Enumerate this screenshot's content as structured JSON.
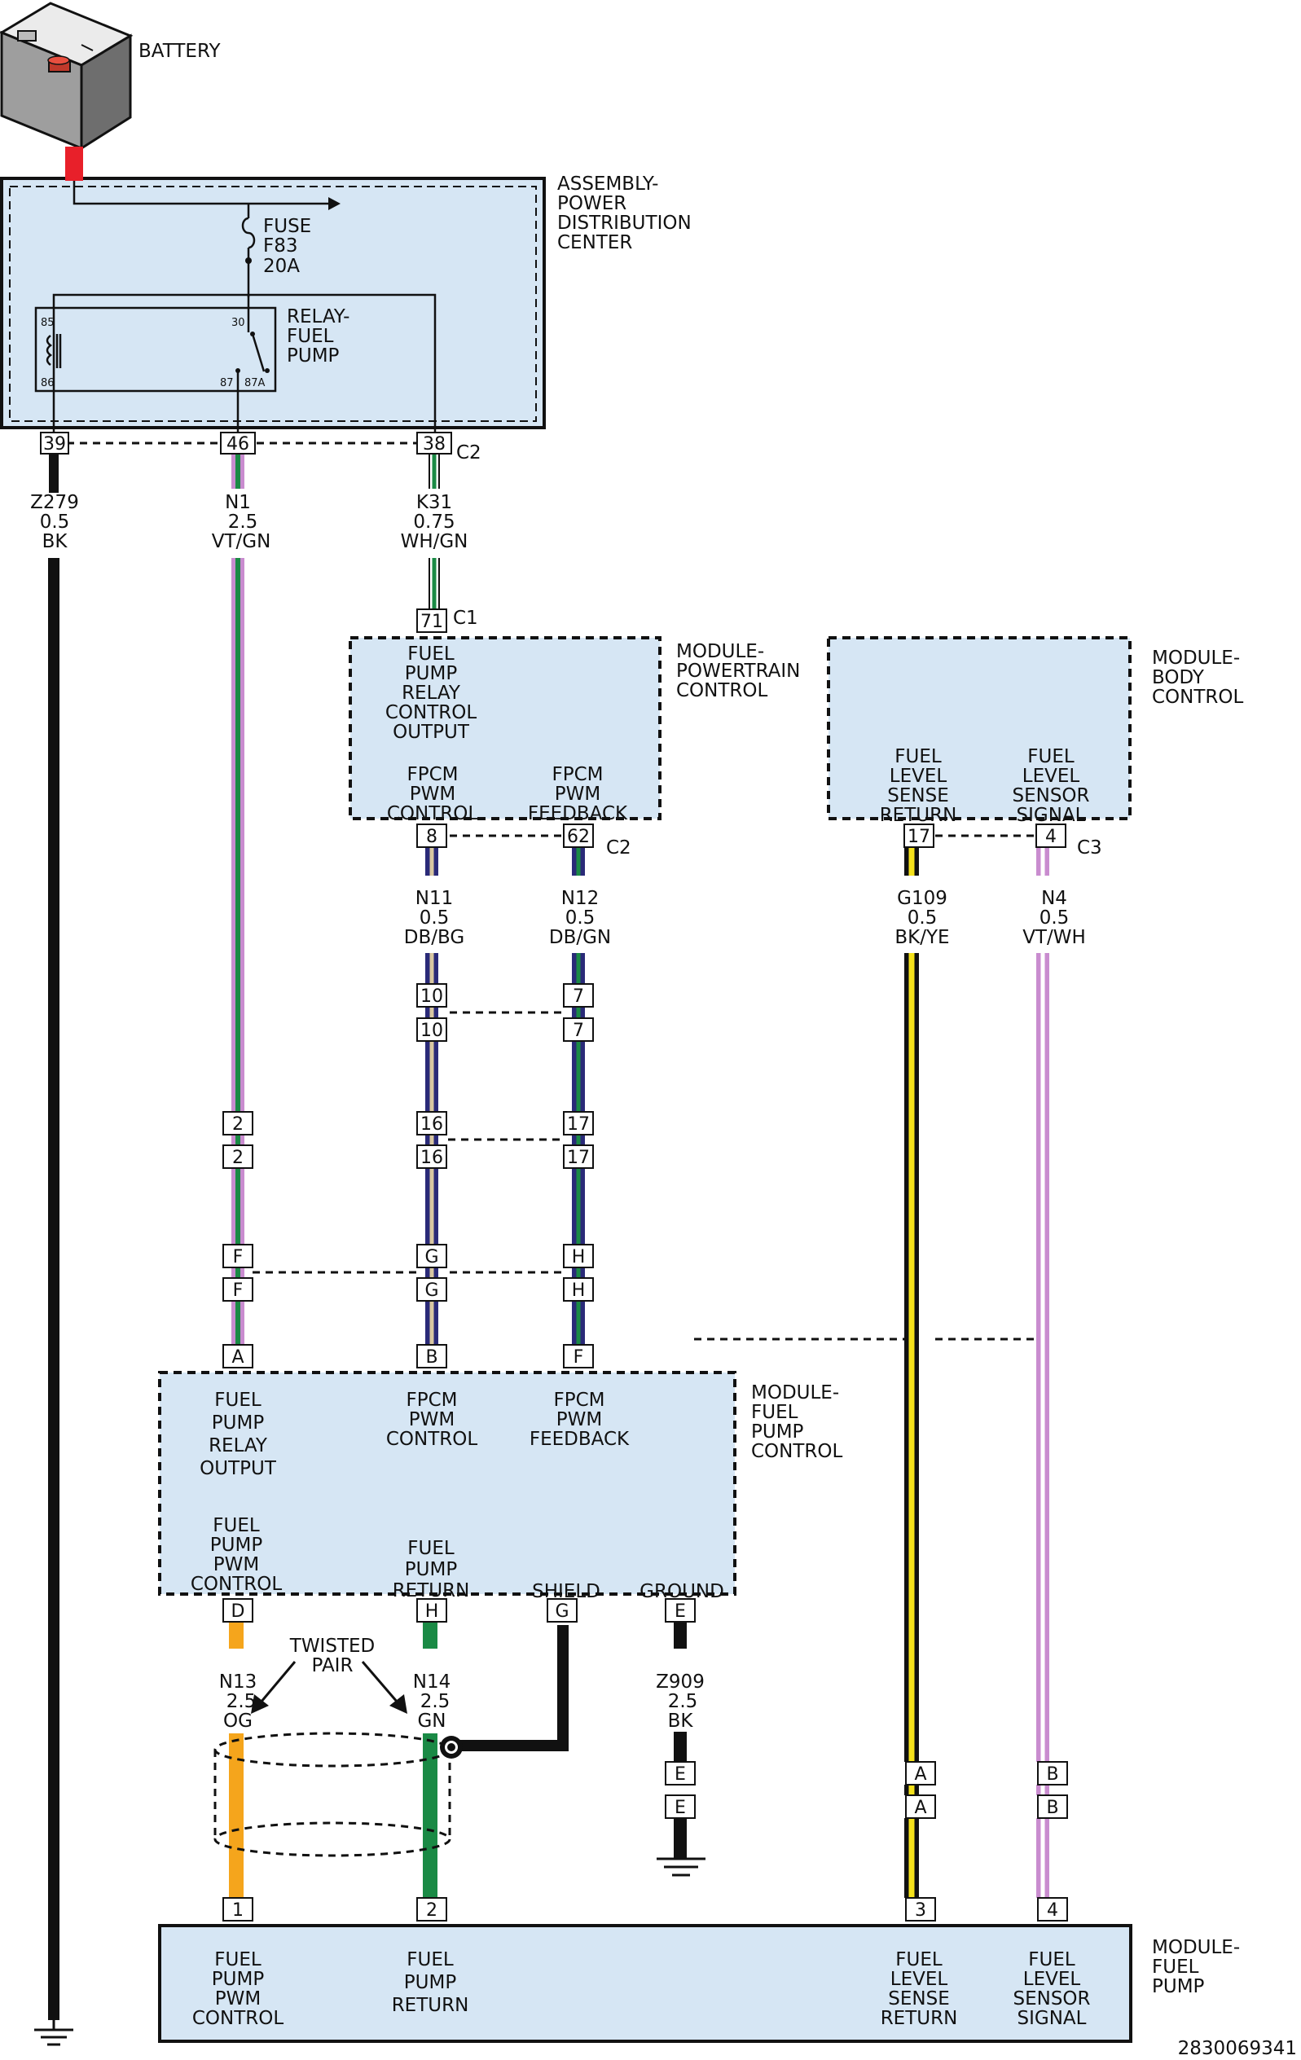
{
  "labels": {
    "battery": "BATTERY",
    "pdc": [
      "ASSEMBLY-",
      "POWER",
      "DISTRIBUTION",
      "CENTER"
    ],
    "fuse": [
      "FUSE",
      "F83",
      "20A"
    ],
    "relay": [
      "RELAY-",
      "FUEL",
      "PUMP"
    ],
    "relay_pins": [
      "85",
      "86",
      "30",
      "87",
      "87A"
    ],
    "pcm": [
      "MODULE-",
      "POWERTRAIN",
      "CONTROL"
    ],
    "pcm_fn1": [
      "FUEL",
      "PUMP",
      "RELAY",
      "CONTROL",
      "OUTPUT"
    ],
    "pcm_fn2": [
      "FPCM",
      "PWM",
      "CONTROL"
    ],
    "pcm_fn3": [
      "FPCM",
      "PWM",
      "FEEDBACK"
    ],
    "bcm": [
      "MODULE-",
      "BODY",
      "CONTROL"
    ],
    "bcm_fn1": [
      "FUEL",
      "LEVEL",
      "SENSE",
      "RETURN"
    ],
    "bcm_fn2": [
      "FUEL",
      "LEVEL",
      "SENSOR",
      "SIGNAL"
    ],
    "fpcm": [
      "MODULE-",
      "FUEL",
      "PUMP",
      "CONTROL"
    ],
    "fpcm_fnA": [
      "FUEL",
      "PUMP",
      "RELAY",
      "OUTPUT"
    ],
    "fpcm_fnB": [
      "FPCM",
      "PWM",
      "CONTROL"
    ],
    "fpcm_fnF": [
      "FPCM",
      "PWM",
      "FEEDBACK"
    ],
    "fpcm_fnD": [
      "FUEL",
      "PUMP",
      "PWM",
      "CONTROL"
    ],
    "fpcm_fnH": [
      "FUEL",
      "PUMP",
      "RETURN"
    ],
    "fpcm_fnG": "SHIELD",
    "fpcm_fnE": "GROUND",
    "fpm": [
      "MODULE-",
      "FUEL",
      "PUMP"
    ],
    "fpm_fn1": [
      "FUEL",
      "PUMP",
      "PWM",
      "CONTROL"
    ],
    "fpm_fn2": [
      "FUEL",
      "PUMP",
      "RETURN"
    ],
    "fpm_fn3": [
      "FUEL",
      "LEVEL",
      "SENSE",
      "RETURN"
    ],
    "fpm_fn4": [
      "FUEL",
      "LEVEL",
      "SENSOR",
      "SIGNAL"
    ],
    "twisted": [
      "TWISTED",
      "PAIR"
    ],
    "conn_c1": "C1",
    "conn_c2": "C2",
    "conn_c3": "C3",
    "code": "2830069341"
  },
  "pins": {
    "pdc_39": "39",
    "pdc_46": "46",
    "pdc_38": "38",
    "pcm_71": "71",
    "pcm_8": "8",
    "pcm_62": "62",
    "bcm_17": "17",
    "bcm_4": "4",
    "inl1_a": "10",
    "inl1_b": "7",
    "inl1_c": "10",
    "inl1_d": "7",
    "inl2_a": "2",
    "inl2_b": "16",
    "inl2_c": "17",
    "inl2_d": "2",
    "inl2_e": "16",
    "inl2_f": "17",
    "inl3_a": "F",
    "inl3_b": "G",
    "inl3_c": "H",
    "inl3_d": "F",
    "inl3_e": "G",
    "inl3_f": "H",
    "fpcm_A": "A",
    "fpcm_B": "B",
    "fpcm_F": "F",
    "fpcm_D": "D",
    "fpcm_H": "H",
    "fpcm_G": "G",
    "fpcm_E": "E",
    "inl4_e1": "E",
    "inl4_a1": "A",
    "inl4_b1": "B",
    "inl4_e2": "E",
    "inl4_a2": "A",
    "inl4_b2": "B",
    "fpm_1": "1",
    "fpm_2": "2",
    "fpm_3": "3",
    "fpm_4": "4"
  },
  "wires": {
    "z279": [
      "Z279",
      "0.5",
      "BK"
    ],
    "n1": [
      "N1",
      "2.5",
      "VT/GN"
    ],
    "k31": [
      "K31",
      "0.75",
      "WH/GN"
    ],
    "n11": [
      "N11",
      "0.5",
      "DB/BG"
    ],
    "n12": [
      "N12",
      "0.5",
      "DB/GN"
    ],
    "g109": [
      "G109",
      "0.5",
      "BK/YE"
    ],
    "n4": [
      "N4",
      "0.5",
      "VT/WH"
    ],
    "n13": [
      "N13",
      "2.5",
      "OG"
    ],
    "n14": [
      "N14",
      "2.5",
      "GN"
    ],
    "z909": [
      "Z909",
      "2.5",
      "BK"
    ]
  },
  "colors": {
    "module_fill": "#d6e6f4",
    "black": "#111111",
    "red": "#e8202a",
    "green": "#1a8a45",
    "violet": "#c98ccf",
    "dark_blue": "#2a2a78",
    "beige": "#d8c7a2",
    "yellow": "#f5e21b",
    "orange": "#f5a51c",
    "white": "#ffffff"
  }
}
